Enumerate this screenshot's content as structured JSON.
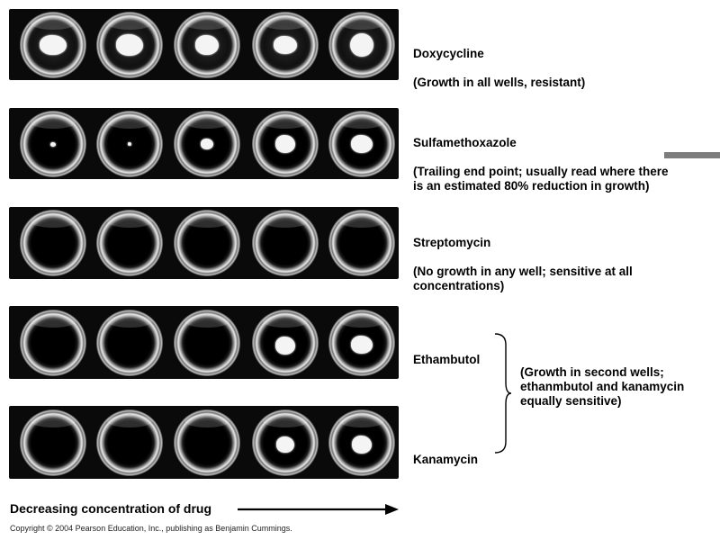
{
  "rows": [
    {
      "drug": "Doxycycline",
      "note": "(Growth in all wells, resistant)",
      "pellets": [
        1,
        1,
        1,
        1,
        1
      ]
    },
    {
      "drug": "Sulfamethoxazole",
      "note": "(Trailing end point; usually read where there\nis an estimated 80% reduction in growth)",
      "pellets": [
        0.2,
        0.15,
        0.5,
        0.75,
        0.8
      ]
    },
    {
      "drug": "Streptomycin",
      "note": "(No growth in any well; sensitive at all\nconcentrations)",
      "pellets": [
        0,
        0,
        0,
        0,
        0
      ]
    },
    {
      "drug": "Ethambutol",
      "note": "",
      "pellets": [
        0,
        0,
        0,
        0.8,
        0.8
      ]
    },
    {
      "drug": "Kanamycin",
      "note": "",
      "pellets": [
        0,
        0,
        0,
        0.7,
        0.8
      ]
    }
  ],
  "bracket_note": "(Growth in second wells;\nethanmbutol and kanamycin\nequally sensitive)",
  "axis_label": "Decreasing concentration of drug",
  "copyright": "Copyright © 2004 Pearson Education, Inc., publishing as Benjamin Cummings.",
  "colors": {
    "strip": "#0a0a0a",
    "pellet": "#f4f4f4",
    "marker": "#7d7d7d"
  }
}
